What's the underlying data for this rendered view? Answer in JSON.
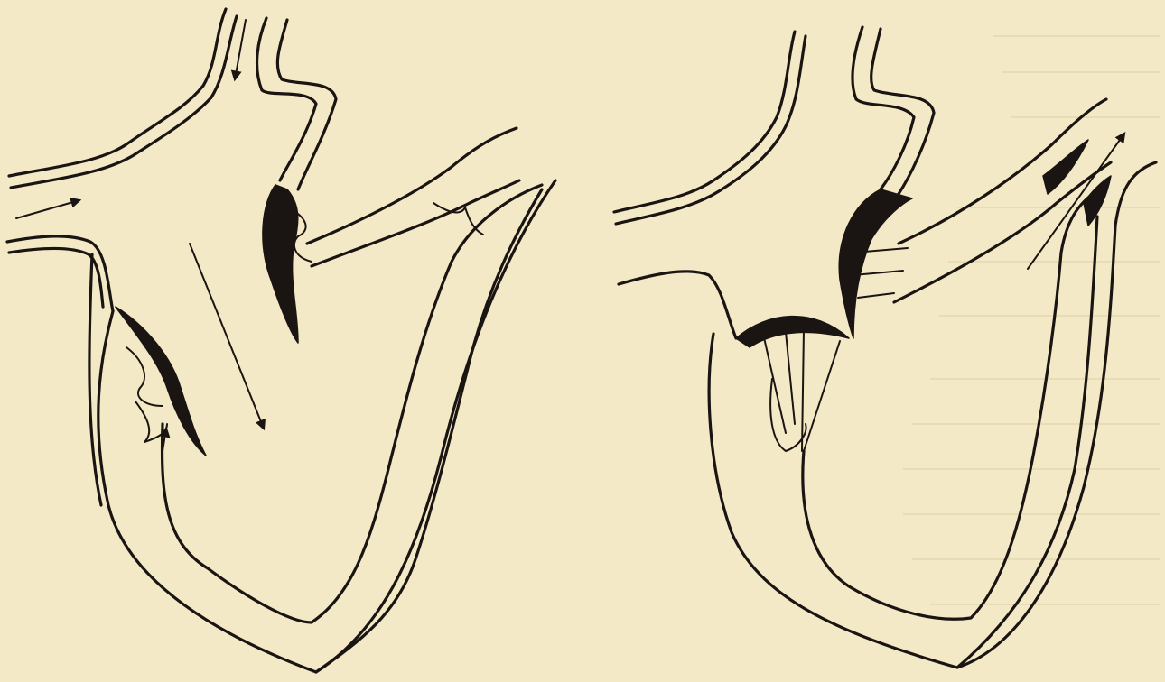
{
  "figure": {
    "panels": [
      {
        "id": "left",
        "subject": "heart-section",
        "valves": "open",
        "arrows": 4
      },
      {
        "id": "right",
        "subject": "heart-section",
        "valves": "closed",
        "arrows": 1
      }
    ],
    "colors": {
      "paper": "#f4e9c6",
      "ink": "#1a1512"
    }
  }
}
